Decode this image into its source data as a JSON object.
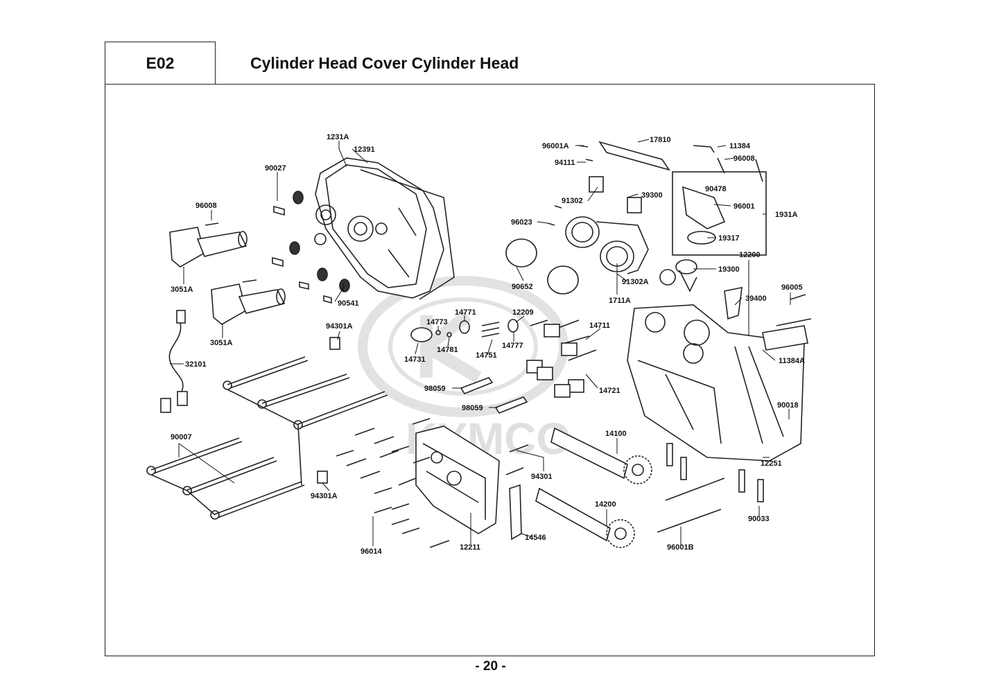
{
  "header": {
    "code": "E02",
    "title": "Cylinder Head Cover  Cylinder Head"
  },
  "watermark": {
    "text": "KYMCO"
  },
  "parts": {
    "p1231A": "1231A",
    "p12391": "12391",
    "p90027": "90027",
    "p96008a": "96008",
    "p3051Aa": "3051A",
    "p3051Ab": "3051A",
    "p90541": "90541",
    "p94301Aa": "94301A",
    "p32101": "32101",
    "p90007": "90007",
    "p94301Ab": "94301A",
    "p96014": "96014",
    "p12211": "12211",
    "p14546": "14546",
    "p94301": "94301",
    "p14731": "14731",
    "p14773": "14773",
    "p14781": "14781",
    "p14771": "14771",
    "p14751": "14751",
    "p12209": "12209",
    "p14777": "14777",
    "p14711": "14711",
    "p14721": "14721",
    "p98059a": "98059",
    "p98059b": "98059",
    "p14100": "14100",
    "p14200": "14200",
    "p96001A": "96001A",
    "p17810": "17810",
    "p94111": "94111",
    "p39300": "39300",
    "p91302": "91302",
    "p96023": "96023",
    "p90652": "90652",
    "p91302A": "91302A",
    "p1711A": "1711A",
    "p11384": "11384",
    "p96008b": "96008",
    "p90478": "90478",
    "p96001": "96001",
    "p1931A": "1931A",
    "p19317": "19317",
    "p19300": "19300",
    "p12200": "12200",
    "p39400": "39400",
    "p96005": "96005",
    "p11384A": "11384A",
    "p90018": "90018",
    "p12251": "12251",
    "p90033": "90033",
    "p96001B": "96001B"
  },
  "footer": {
    "page": "- 20 -"
  }
}
